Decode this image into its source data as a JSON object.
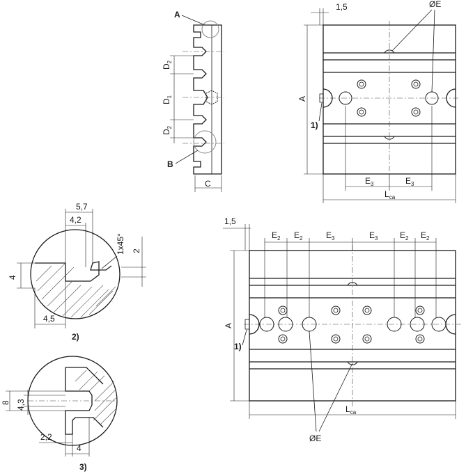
{
  "profile_view": {
    "label_a": "A",
    "label_b": "B",
    "dim_d2_top": "D",
    "dim_d2_top_sub": "2",
    "dim_d1": "D",
    "dim_d1_sub": "1",
    "dim_d2_bottom": "D",
    "dim_d2_bottom_sub": "2",
    "dim_c": "C"
  },
  "top_view_small": {
    "dim_offset": "1,5",
    "hole_label": "ØE",
    "dim_a": "A",
    "note_1": "1)",
    "dim_e3_left": "E",
    "dim_e3_left_sub": "3",
    "dim_e3_right": "E",
    "dim_e3_right_sub": "3",
    "dim_lca": "L",
    "dim_lca_sub": "ca"
  },
  "detail_2": {
    "dim_5_7": "5,7",
    "dim_4_2": "4,2",
    "dim_chamfer": "1x45°",
    "dim_2": "2",
    "dim_4": "4",
    "dim_4_5": "4,5",
    "caption": "2)"
  },
  "detail_3": {
    "dim_8": "8",
    "dim_4_3": "4,3",
    "dim_2_2": "2,2",
    "dim_4": "4",
    "caption": "3)"
  },
  "top_view_large": {
    "dim_offset": "1,5",
    "dim_e2_1": "E",
    "dim_e2_1_sub": "2",
    "dim_e2_2": "E",
    "dim_e2_2_sub": "2",
    "dim_e3_1": "E",
    "dim_e3_1_sub": "3",
    "dim_e3_2": "E",
    "dim_e3_2_sub": "3",
    "dim_e2_3": "E",
    "dim_e2_3_sub": "2",
    "dim_e2_4": "E",
    "dim_e2_4_sub": "2",
    "dim_a": "A",
    "note_1": "1)",
    "dim_lca": "L",
    "dim_lca_sub": "ca",
    "hole_label": "ØE"
  }
}
